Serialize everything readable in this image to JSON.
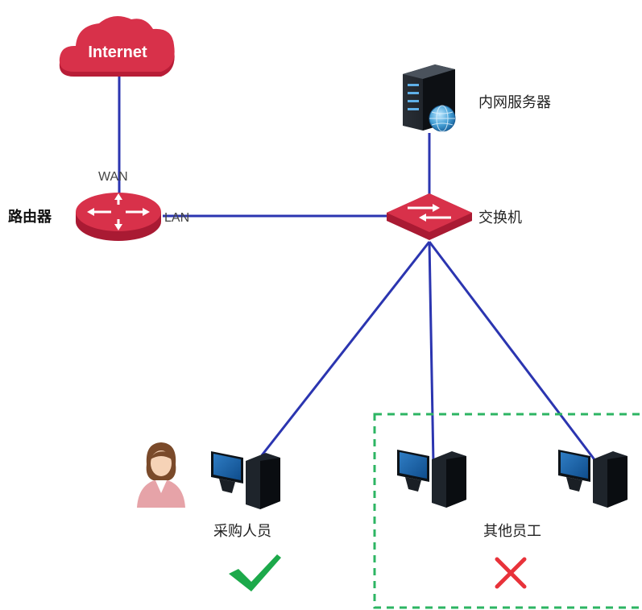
{
  "nodes": {
    "internet": {
      "label": "Internet"
    },
    "router": {
      "label": "路由器",
      "wan_port": "WAN",
      "lan_port": "LAN"
    },
    "server": {
      "label": "内网服务器"
    },
    "switch": {
      "label": "交换机"
    },
    "purchasing": {
      "label": "采购人员",
      "status_icon": "check-icon"
    },
    "others": {
      "label": "其他员工",
      "status_icon": "cross-icon"
    }
  },
  "colors": {
    "link": "#2b35b0",
    "device_red": "#d8314a",
    "check": "#1ca94a",
    "cross": "#e8323a",
    "group_border": "#2db563"
  }
}
